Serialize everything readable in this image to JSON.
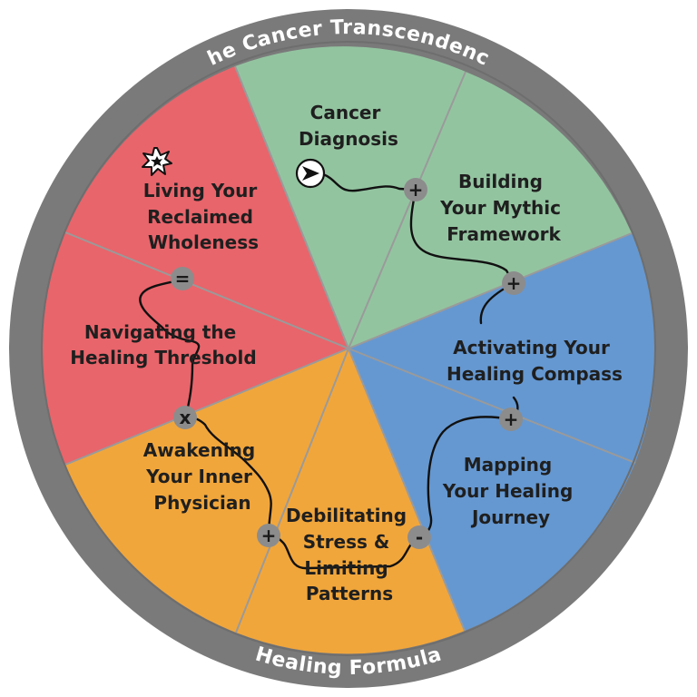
{
  "ring": {
    "top_title": "The Cancer Transcendence",
    "bottom_title": "Healing Formula"
  },
  "segments": {
    "diagnosis": {
      "lines": [
        "Cancer",
        "Diagnosis"
      ],
      "color": "#93C4A0"
    },
    "mythic": {
      "lines": [
        "Building",
        "Your Mythic",
        "Framework"
      ],
      "color": "#93C4A0"
    },
    "compass": {
      "lines": [
        "Activating Your",
        "Healing Compass"
      ],
      "color": "#6598D1"
    },
    "journey": {
      "lines": [
        "Mapping",
        "Your Healing",
        "Journey"
      ],
      "color": "#6598D1"
    },
    "stress": {
      "lines": [
        "Debilitating",
        "Stress &",
        "Limiting",
        "Patterns"
      ],
      "color": "#F1A63B"
    },
    "physician": {
      "lines": [
        "Awakening",
        "Your Inner",
        "Physician"
      ],
      "color": "#F1A63B"
    },
    "threshold": {
      "lines": [
        "Navigating the",
        "Healing Threshold"
      ],
      "color": "#E8656B"
    },
    "wholeness": {
      "lines": [
        "Living Your",
        "Reclaimed",
        "Wholeness"
      ],
      "color": "#E8656B"
    }
  },
  "operators": {
    "plus_1": "+",
    "plus_2": "+",
    "plus_3": "+",
    "minus": "-",
    "plus_4": "+",
    "times": "x",
    "equals": "="
  },
  "icons": {
    "start": "start-arrow-icon",
    "end": "starburst-icon"
  },
  "colors": {
    "ring": "#7A7A7A",
    "divider": "#9A9A9A",
    "operator_fill": "#8C8C8C"
  }
}
